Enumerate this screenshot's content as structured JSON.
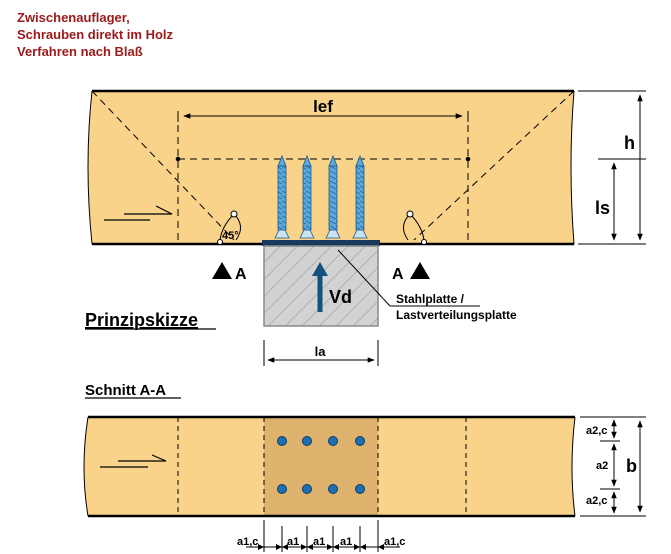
{
  "title": {
    "line1": "Zwischenauflager,",
    "line2": "Schrauben direkt im Holz",
    "line3": "Verfahren nach Blaß"
  },
  "labels": {
    "lef": "lef",
    "h": "h",
    "ls": "ls",
    "angle": "45°",
    "section_left": "A",
    "section_right": "A",
    "force": "Vd",
    "plate_line1": "Stahlplatte /",
    "plate_line2": "Lastverteilungsplatte",
    "principle": "Prinzipskizze",
    "la": "la",
    "section_title": "Schnitt A-A",
    "a2c_top": "a2,c",
    "a2": "a2",
    "a2c_bottom": "a2,c",
    "b": "b",
    "a1c_left": "a1,c",
    "a1_1": "a1",
    "a1_2": "a1",
    "a1_3": "a1",
    "a1c_right": "a1,c"
  },
  "colors": {
    "timber": "#f9d389",
    "bearing_area": "#dfb26e",
    "screw": "#5aa9de",
    "plate": "#173a5c",
    "force_arrow": "#13527c",
    "title_text": "#9a1a1a",
    "support_fill": "#c8c8c8"
  },
  "screws": {
    "count_elevation": 4,
    "rows_plan": 2,
    "cols_plan": 4
  }
}
